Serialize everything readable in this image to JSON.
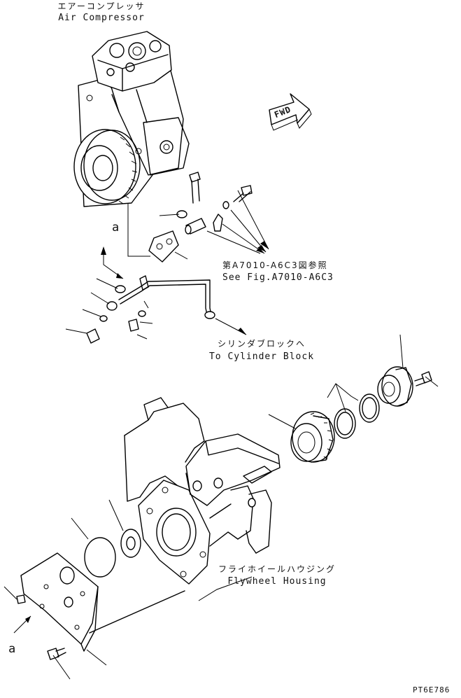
{
  "labels": {
    "air_compressor_ja": "エアーコンプレッサ",
    "air_compressor_en": "Air Compressor",
    "see_fig_ja": "第A7010-A6C3図参照",
    "see_fig_en": "See Fig.A7010-A6C3",
    "to_cylinder_ja": "シリンダブロックへ",
    "to_cylinder_en": "To Cylinder Block",
    "flywheel_ja": "フライホイールハウジング",
    "flywheel_en": "Flywheel Housing",
    "fwd": "FWD",
    "ref_a_top": "a",
    "ref_a_bottom": "a",
    "drawing_code": "PT6E786"
  }
}
